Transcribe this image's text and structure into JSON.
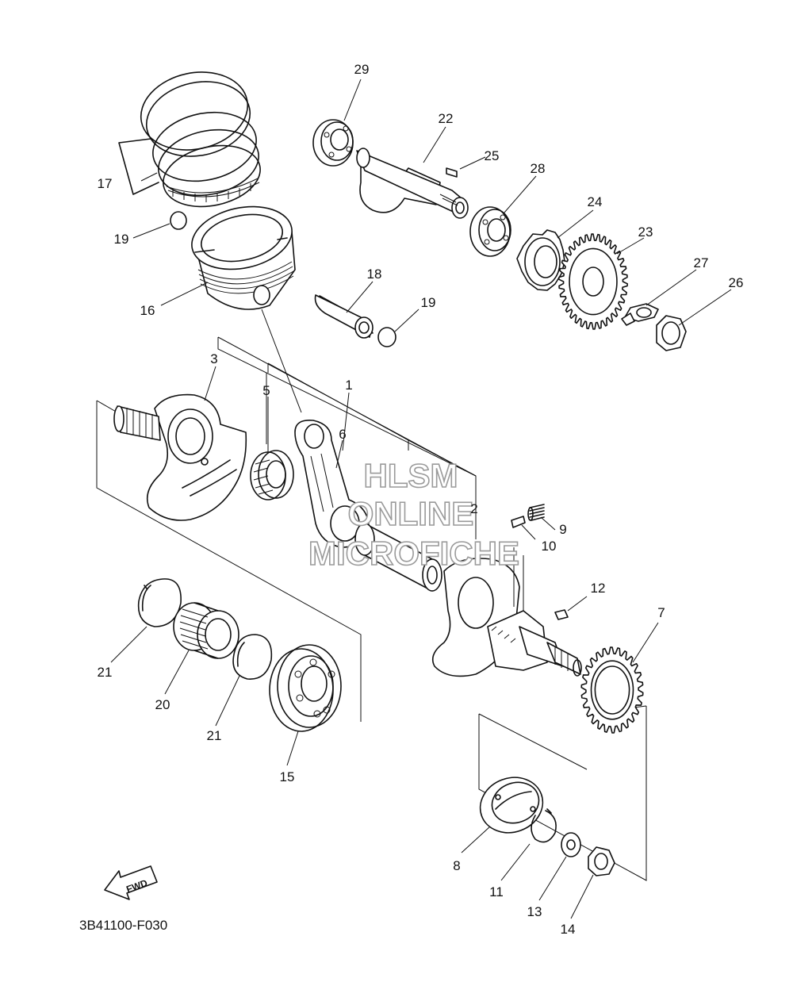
{
  "diagram": {
    "code": "3B41100-F030",
    "watermark": [
      "HLSM",
      "ONLINE",
      "MICROFICHE"
    ],
    "fwd_label": "FWD",
    "callouts": [
      {
        "id": "c1",
        "text": "1"
      },
      {
        "id": "c2",
        "text": "2"
      },
      {
        "id": "c3",
        "text": "3"
      },
      {
        "id": "c5",
        "text": "5"
      },
      {
        "id": "c6",
        "text": "6"
      },
      {
        "id": "c7",
        "text": "7"
      },
      {
        "id": "c8",
        "text": "8"
      },
      {
        "id": "c9",
        "text": "9"
      },
      {
        "id": "c10",
        "text": "10"
      },
      {
        "id": "c11",
        "text": "11"
      },
      {
        "id": "c12",
        "text": "12"
      },
      {
        "id": "c13",
        "text": "13"
      },
      {
        "id": "c14",
        "text": "14"
      },
      {
        "id": "c15",
        "text": "15"
      },
      {
        "id": "c16",
        "text": "16"
      },
      {
        "id": "c17",
        "text": "17"
      },
      {
        "id": "c18",
        "text": "18"
      },
      {
        "id": "c19a",
        "text": "19"
      },
      {
        "id": "c19b",
        "text": "19"
      },
      {
        "id": "c20",
        "text": "20"
      },
      {
        "id": "c21a",
        "text": "21"
      },
      {
        "id": "c21b",
        "text": "21"
      },
      {
        "id": "c22",
        "text": "22"
      },
      {
        "id": "c23",
        "text": "23"
      },
      {
        "id": "c24",
        "text": "24"
      },
      {
        "id": "c25",
        "text": "25"
      },
      {
        "id": "c26",
        "text": "26"
      },
      {
        "id": "c27",
        "text": "27"
      },
      {
        "id": "c28",
        "text": "28"
      },
      {
        "id": "c29",
        "text": "29"
      }
    ]
  }
}
